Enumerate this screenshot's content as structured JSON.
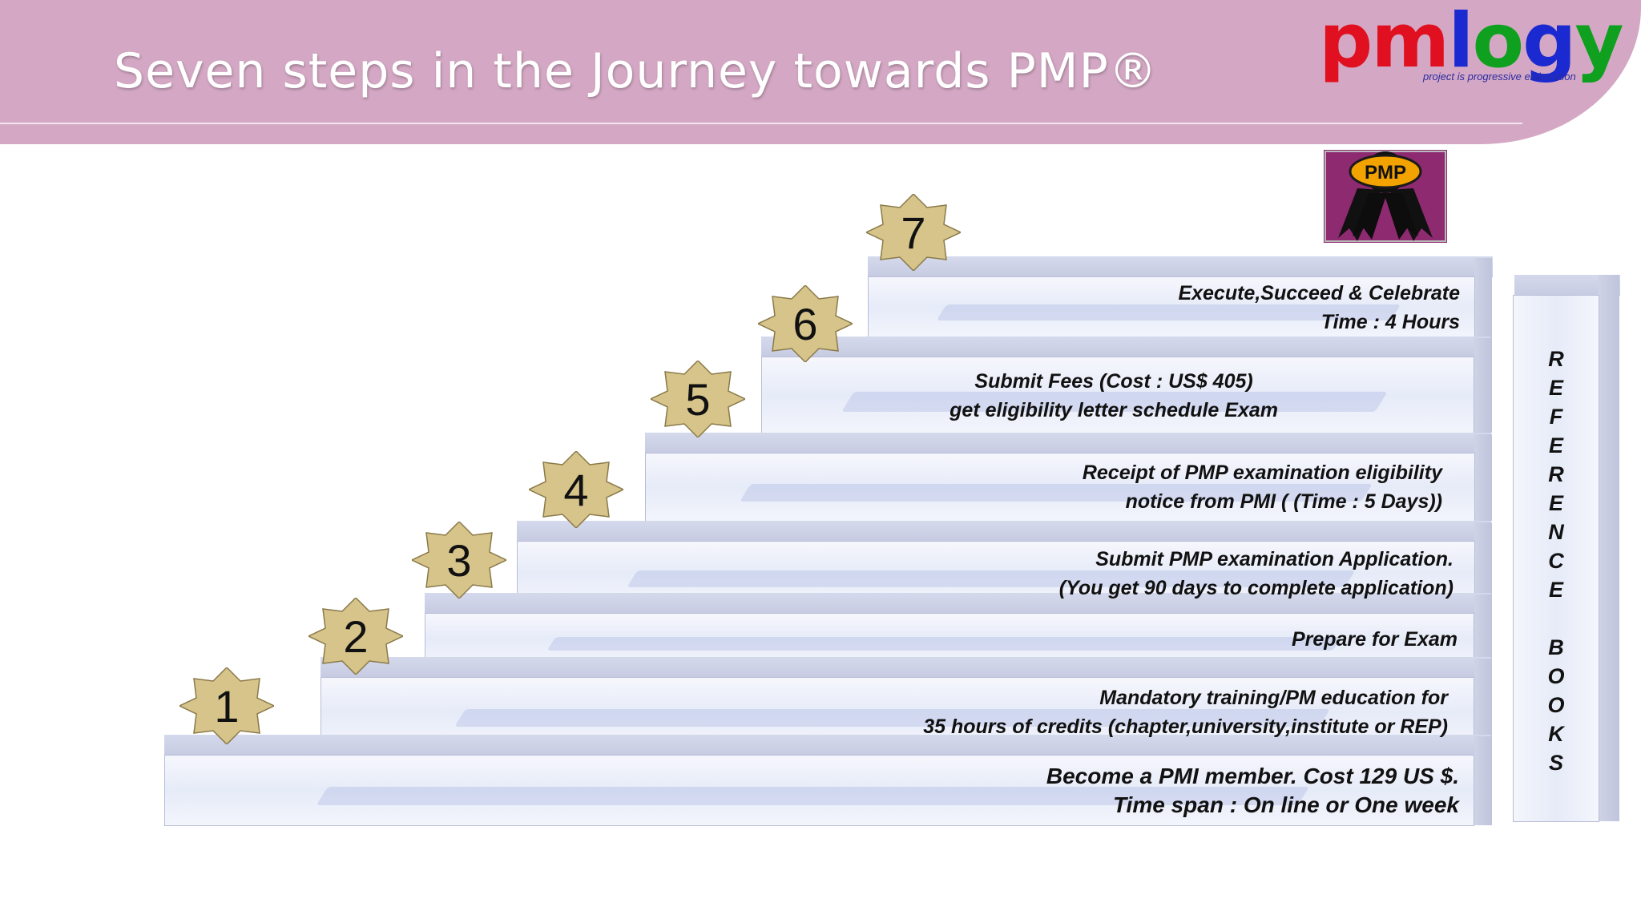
{
  "header": {
    "title": "Seven steps in the Journey towards  PMP®"
  },
  "logo": {
    "letters": [
      "pm",
      "l",
      "o",
      "g",
      "y"
    ],
    "tagline": "project is progressive elaboration",
    "colors": [
      "#e01020",
      "#1a2ad0",
      "#10a020",
      "#1a2ad0",
      "#10a020"
    ]
  },
  "badge_logo": {
    "text": "PMP"
  },
  "steps": [
    {
      "number": "1",
      "lines": [
        "Become a PMI member. Cost 129 US $.",
        "Time span : On line or One week"
      ]
    },
    {
      "number": "2",
      "lines": [
        "Mandatory training/PM education for",
        "35 hours of credits (chapter,university,institute or REP)"
      ]
    },
    {
      "number": "3",
      "lines": [
        "Prepare for Exam"
      ]
    },
    {
      "number": "4",
      "lines": [
        "Submit PMP examination Application.",
        "(You get 90 days to complete application)"
      ]
    },
    {
      "number": "5",
      "lines": [
        "Receipt of PMP examination eligibility",
        "notice from PMI ( (Time : 5 Days))"
      ]
    },
    {
      "number": "6",
      "lines": [
        "Submit Fees (Cost : US$ 405)",
        "get eligibility  letter schedule Exam"
      ]
    },
    {
      "number": "7",
      "lines": [
        "Execute,Succeed & Celebrate",
        "Time : 4 Hours"
      ]
    }
  ],
  "reference": {
    "letters": [
      "R",
      "E",
      "F",
      "E",
      "R",
      "E",
      "N",
      "C",
      "E",
      "",
      "B",
      "O",
      "O",
      "K",
      "S"
    ]
  },
  "colors": {
    "header": "#d4a8c4",
    "badge_fill": "#d6c48a",
    "step_face": "#eef1fa"
  }
}
